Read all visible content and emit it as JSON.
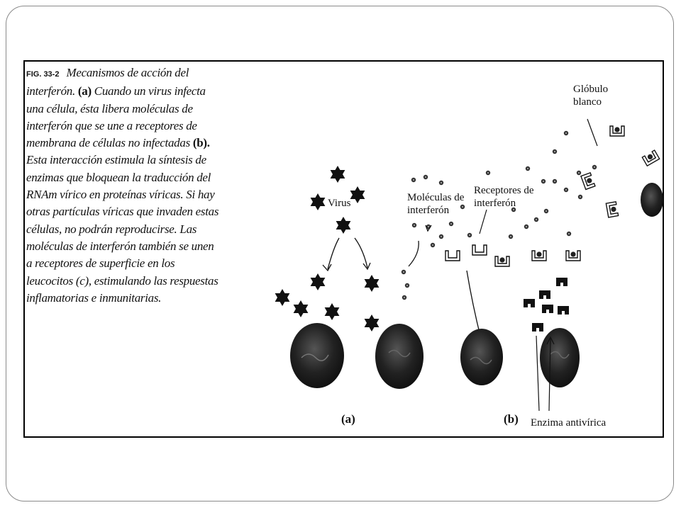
{
  "figure": {
    "number": "FIG. 33-2",
    "caption_parts": [
      {
        "text": "Mecanismos de acción del interferón. ",
        "bold": false
      },
      {
        "text": "(a)",
        "bold": true
      },
      {
        "text": " Cuando un virus infecta una célula, ésta libera moléculas de interferón que se une a receptores de membrana de células no infectadas ",
        "bold": false
      },
      {
        "text": "(b).",
        "bold": true
      },
      {
        "text": " Esta interacción estimula la síntesis de enzimas que bloquean la traducción del RNAm vírico en proteínas víricas. Si hay otras partículas víricas que invaden estas células, no podrán reproducirse. Las moléculas de interferón también se unen a receptores de superficie en los leucocitos ",
        "bold": false
      },
      {
        "text": "(c)",
        "bold": false
      },
      {
        "text": ", estimulando las respuestas inflamatorias e inmunitarias.",
        "bold": false
      }
    ]
  },
  "labels": {
    "virus": "Virus",
    "moleculas_1": "Moléculas de",
    "moleculas_2": "interferón",
    "receptores_1": "Receptores de",
    "receptores_2": "interferón",
    "globulo_1": "Glóbulo",
    "globulo_2": "blanco",
    "enzima": "Enzima antivírica",
    "panel_a": "(a)",
    "panel_b": "(b)"
  }
}
